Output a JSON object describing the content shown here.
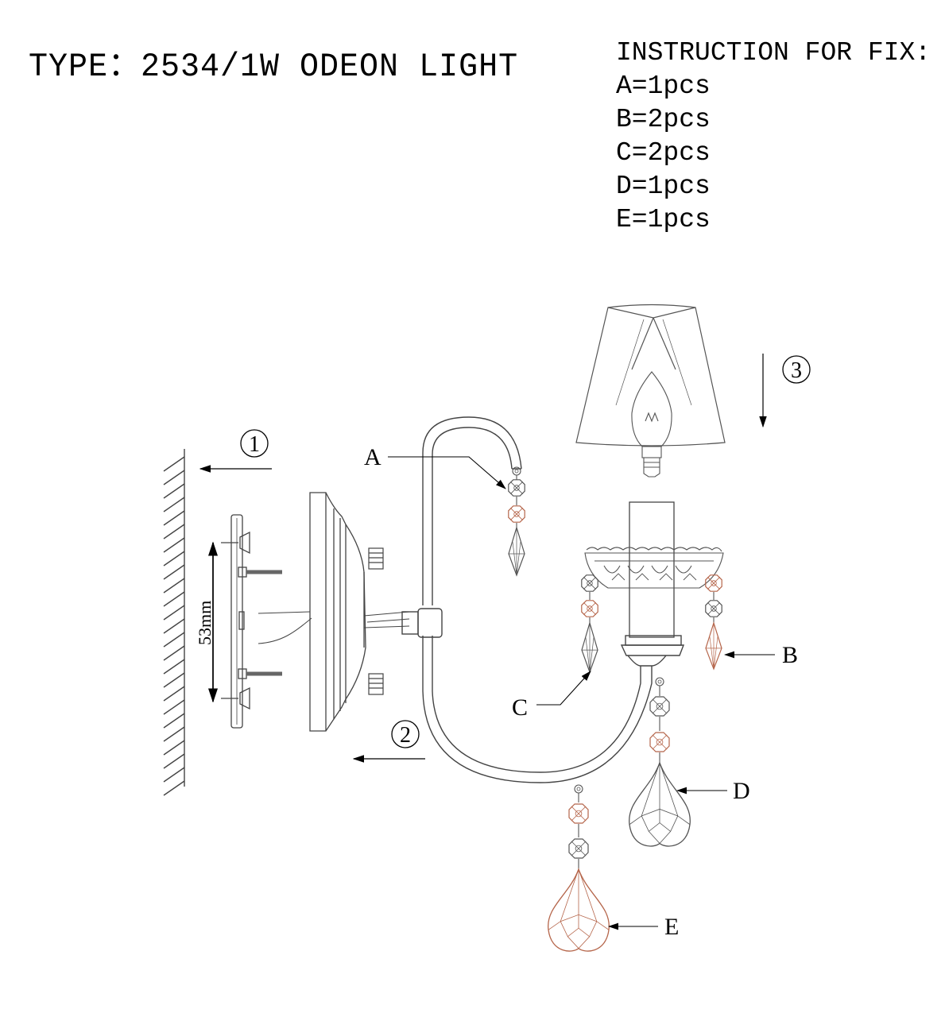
{
  "header": {
    "title": "TYPE：2534/1W ODEON LIGHT"
  },
  "instructions": {
    "heading": "INSTRUCTION FOR FIX:",
    "items": [
      "A=1pcs",
      "B=2pcs",
      "C=2pcs",
      "D=1pcs",
      "E=1pcs"
    ]
  },
  "diagram": {
    "steps": [
      "1",
      "2",
      "3"
    ],
    "dimension": "53mm",
    "part_labels": [
      "A",
      "B",
      "C",
      "D",
      "E"
    ],
    "colors": {
      "line": "#3a3a3a",
      "crystal_colored": "#b5654a",
      "crystal_clear": "#555555"
    }
  }
}
